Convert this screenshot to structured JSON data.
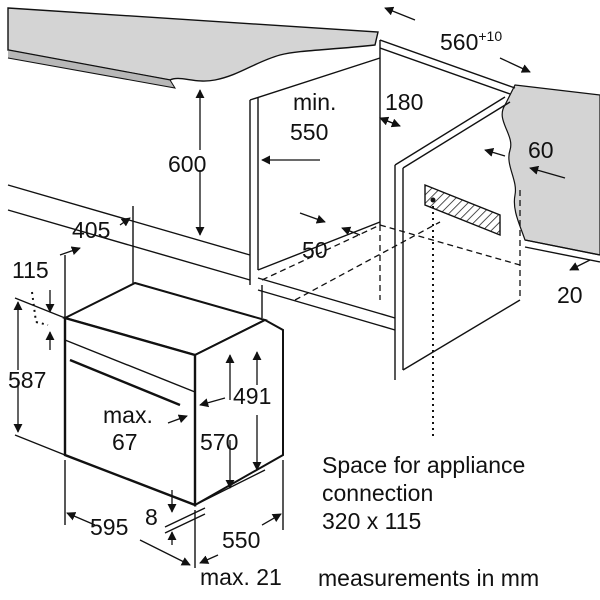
{
  "dimensions": {
    "width_top": "560",
    "width_top_tolerance": "+10",
    "min_width_label": "min.",
    "min_width": "550",
    "depth_180": "180",
    "height_600": "600",
    "depth_60": "60",
    "depth_405": "405",
    "depth_50": "50",
    "height_115": "115",
    "gap_20": "20",
    "height_587": "587",
    "max_label": "max.",
    "max_67": "67",
    "height_491": "491",
    "height_570": "570",
    "width_595": "595",
    "gap_8": "8",
    "depth_550": "550",
    "max_21": "max. 21"
  },
  "notes": {
    "connection_line1": "Space for appliance",
    "connection_line2": "connection",
    "connection_line3": "320 x 115",
    "units": "measurements in mm"
  },
  "colors": {
    "surface": "#d4d4d4",
    "line": "#111111"
  }
}
